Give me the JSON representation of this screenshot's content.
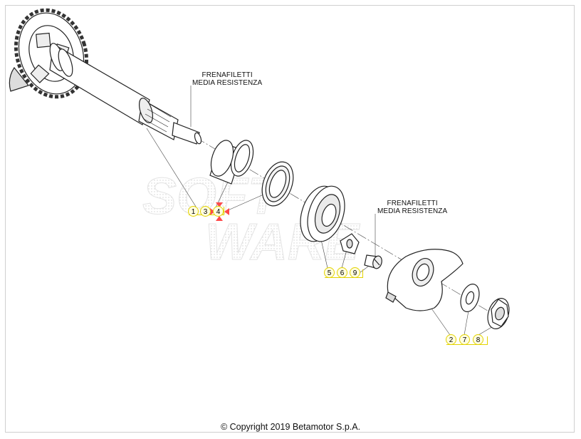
{
  "notes": [
    {
      "id": "note-1",
      "lines": [
        "FRENAFILETTI",
        "MEDIA RESISTENZA"
      ]
    },
    {
      "id": "note-2",
      "lines": [
        "FRENAFILETTI",
        "MEDIA RESISTENZA"
      ]
    }
  ],
  "callouts": {
    "group_a": [
      "1",
      "3",
      "4"
    ],
    "group_b": [
      "5",
      "6",
      "9"
    ],
    "group_c": [
      "2",
      "7",
      "8"
    ]
  },
  "footer": {
    "copyright": "© Copyright 2019 Betamotor S.p.A."
  },
  "colors": {
    "line": "#222222",
    "callout_border": "#e3d300",
    "callout_fill": "#fffde0",
    "marker": "#ff4a4a"
  }
}
